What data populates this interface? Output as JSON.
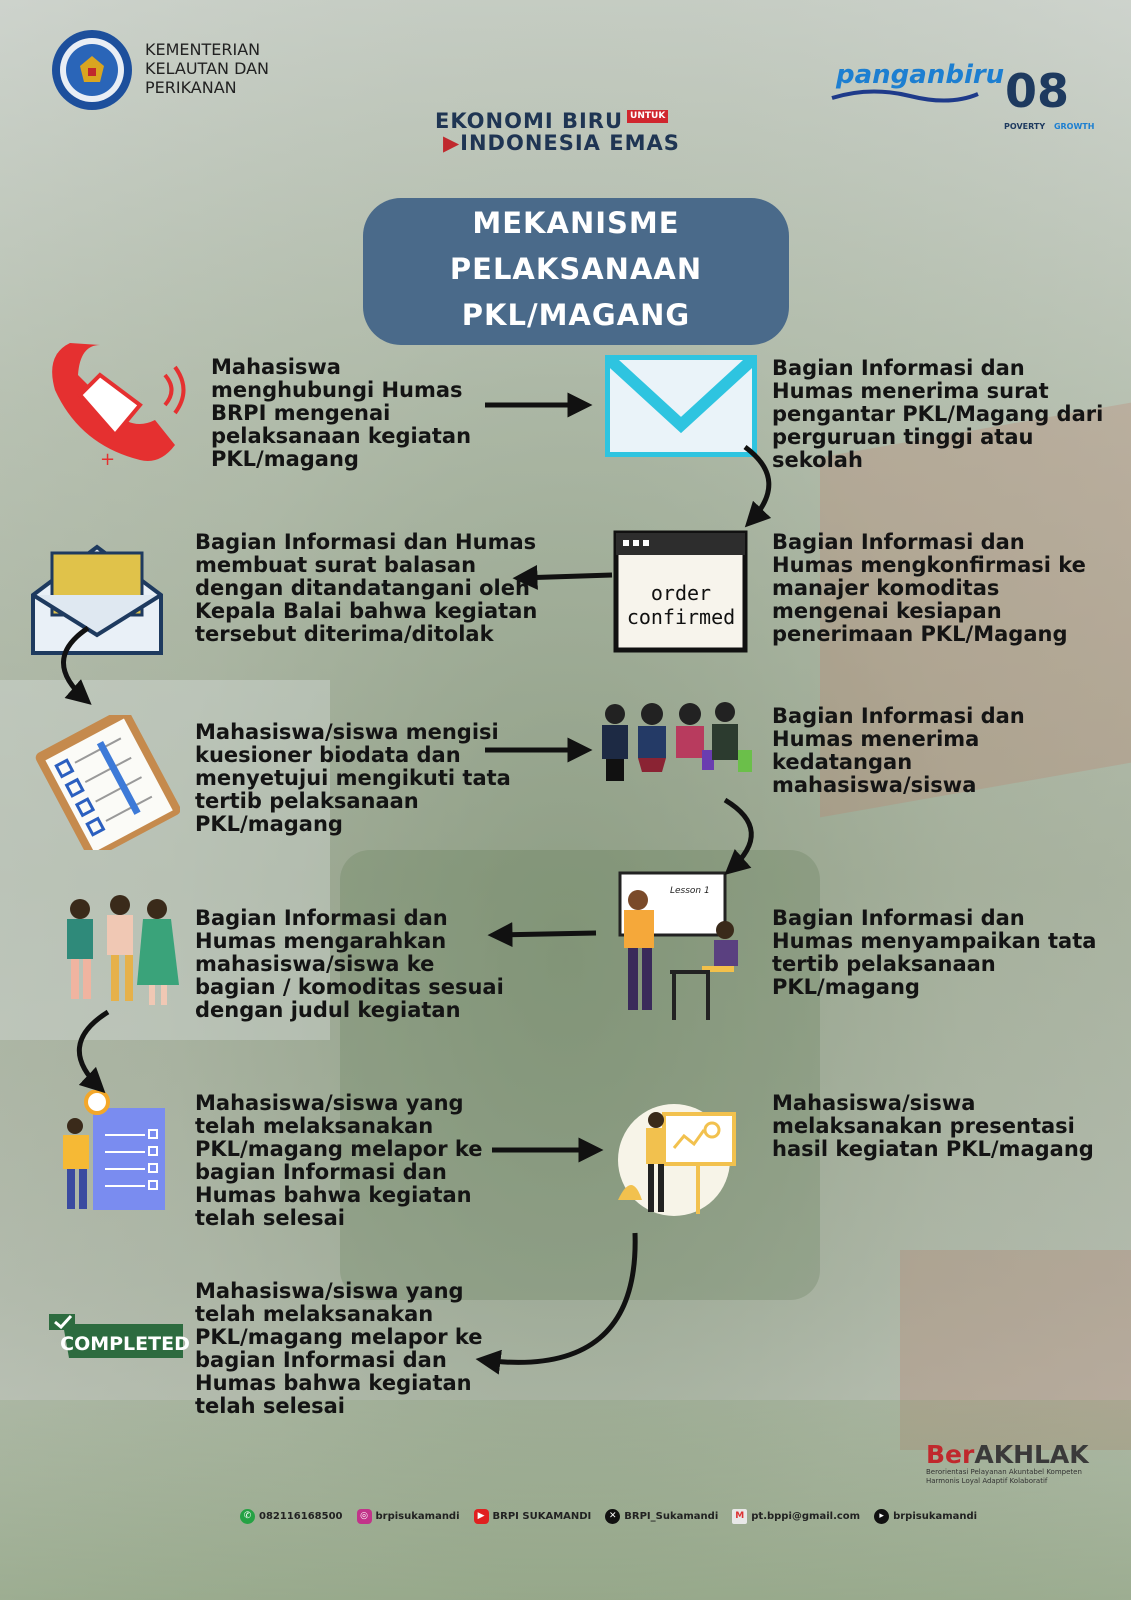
{
  "header": {
    "ministry_lines": [
      "KEMENTERIAN",
      "KELAUTAN DAN",
      "PERIKANAN"
    ],
    "campaign_line1": "EKONOMI BIRU",
    "campaign_untuk": "UNTUK",
    "campaign_line2": "INDONESIA EMAS",
    "panganbiru": "panganbiru",
    "big_number": "08",
    "poverty": "POVERTY",
    "growth": "GROWTH"
  },
  "title_lines": [
    "MEKANISME",
    "PELAKSANAAN",
    "PKL/MAGANG"
  ],
  "steps": {
    "s1": "Mahasiswa menghubungi Humas BRPI mengenai pelaksanaan kegiatan PKL/magang",
    "s2": "Bagian Informasi dan Humas menerima surat pengantar PKL/Magang dari perguruan tinggi atau sekolah",
    "s3": "Bagian Informasi dan Humas mengkonfirmasi ke manajer komoditas mengenai kesiapan penerimaan PKL/Magang",
    "s4": "Bagian Informasi dan Humas membuat surat balasan dengan ditandatangani oleh Kepala Balai bahwa kegiatan tersebut diterima/ditolak",
    "s5": "Mahasiswa/siswa mengisi kuesioner biodata dan menyetujui mengikuti tata tertib pelaksanaan PKL/magang",
    "s6": "Bagian Informasi dan Humas menerima kedatangan mahasiswa/siswa",
    "s7": "Bagian Informasi dan Humas menyampaikan tata tertib pelaksanaan PKL/magang",
    "s8": "Bagian Informasi dan Humas mengarahkan mahasiswa/siswa ke bagian / komoditas sesuai dengan judul kegiatan",
    "s9": "Mahasiswa/siswa yang telah melaksanakan PKL/magang melapor ke bagian Informasi dan Humas bahwa kegiatan telah selesai",
    "s10": "Mahasiswa/siswa melaksanakan presentasi hasil kegiatan PKL/magang",
    "s11": "Mahasiswa/siswa yang telah melaksanakan PKL/magang melapor ke bagian Informasi dan Humas bahwa kegiatan telah selesai"
  },
  "icon_texts": {
    "order_line1": "order",
    "order_line2": "confirmed",
    "lesson": "Lesson 1",
    "completed": "COMPLETED"
  },
  "icons": [
    "phone-icon",
    "mail-icon",
    "order-confirmed-icon",
    "open-envelope-icon",
    "checklist-clipboard-icon",
    "students-icon",
    "teacher-icon",
    "walking-students-icon",
    "report-icon",
    "presentation-icon",
    "completed-stamp-icon"
  ],
  "berakhlak": {
    "brand_red": "Ber",
    "brand_dark": "AKHLAK",
    "tagline": "Berorientasi Pelayanan Akuntabel Kompeten Harmonis Loyal Adaptif Kolaboratif"
  },
  "footer": {
    "whatsapp": "082116168500",
    "instagram": "brpisukamandi",
    "youtube": "BRPI SUKAMANDI",
    "x": "BRPI_Sukamandi",
    "email": "pt.bppi@gmail.com",
    "tiktok": "brpisukamandi"
  },
  "colors": {
    "title_box": "#4a6a8a",
    "berakhlak_red": "#c0282d",
    "navy": "#1e3a5f"
  }
}
